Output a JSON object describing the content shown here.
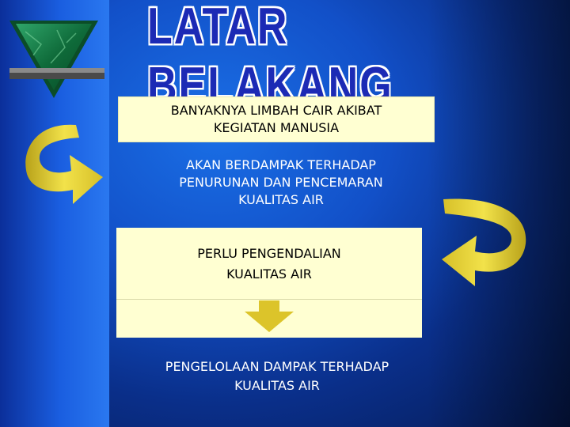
{
  "slide": {
    "title": "LATAR BELAKANG",
    "box1_line1": "BANYAKNYA LIMBAH CAIR AKIBAT",
    "box1_line2": "KEGIATAN MANUSIA",
    "mid_line1": "AKAN BERDAMPAK TERHADAP",
    "mid_line2": "PENURUNAN DAN PENCEMARAN",
    "mid_line3": "KUALITAS AIR",
    "box2_line1": "PERLU PENGENDALIAN",
    "box2_line2": "KUALITAS AIR",
    "bottom_line1": "PENGELOLAAN DAMPAK TERHADAP",
    "bottom_line2": "KUALITAS AIR"
  },
  "icons": {
    "logo": "green-marble-triangle-icon",
    "left_arrow": "curved-arrow-right-icon",
    "right_arrow": "curved-arrow-left-icon",
    "down_arrow": "down-arrow-icon"
  },
  "colors": {
    "background": "#1250c8",
    "title": "#1c2ab5",
    "box_fill": "#ffffd2",
    "arrow_yellow": "#e6d02e",
    "logo_green": "#1f8a4e"
  }
}
